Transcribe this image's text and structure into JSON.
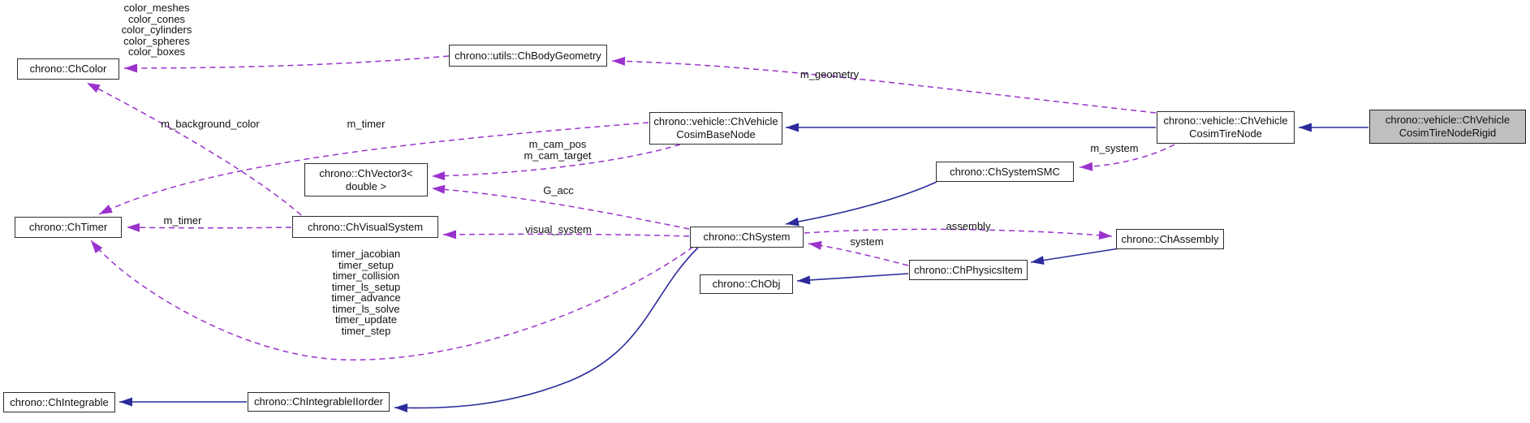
{
  "diagram": {
    "type": "class-collaboration-graph",
    "colors": {
      "association_edge": "#9a32cd",
      "inheritance_edge": "#2b2b9c",
      "node_fill": "#ffffff",
      "node_border": "#2e2e2e",
      "highlight_node_fill": "#bfbfbf",
      "background": "#ffffff",
      "text": "#111111"
    },
    "nodes": [
      {
        "id": "chcolor",
        "label": "chrono::ChColor"
      },
      {
        "id": "chbodygeometry",
        "label": "chrono::utils::ChBodyGeometry"
      },
      {
        "id": "cosimbasenode",
        "label": "chrono::vehicle::ChVehicle\nCosimBaseNode"
      },
      {
        "id": "cosimtirenode",
        "label": "chrono::vehicle::ChVehicle\nCosimTireNode"
      },
      {
        "id": "cosimtirenoderigid",
        "label": "chrono::vehicle::ChVehicle\nCosimTireNodeRigid",
        "highlighted": true
      },
      {
        "id": "chvector3",
        "label": "chrono::ChVector3<\ndouble >"
      },
      {
        "id": "chsystemsmc",
        "label": "chrono::ChSystemSMC"
      },
      {
        "id": "chtimer",
        "label": "chrono::ChTimer"
      },
      {
        "id": "chvisualsystem",
        "label": "chrono::ChVisualSystem"
      },
      {
        "id": "chsystem",
        "label": "chrono::ChSystem"
      },
      {
        "id": "chassembly",
        "label": "chrono::ChAssembly"
      },
      {
        "id": "chphysicsitem",
        "label": "chrono::ChPhysicsItem"
      },
      {
        "id": "chobj",
        "label": "chrono::ChObj"
      },
      {
        "id": "chintegrable",
        "label": "chrono::ChIntegrable"
      },
      {
        "id": "chintegrableiiorder",
        "label": "chrono::ChIntegrableIIorder"
      }
    ],
    "edge_labels": [
      {
        "id": "colors-list",
        "label": "color_meshes\ncolor_cones\ncolor_cylinders\ncolor_spheres\ncolor_boxes"
      },
      {
        "id": "m-geometry",
        "label": "m_geometry"
      },
      {
        "id": "m-timer-basenode",
        "label": "m_timer"
      },
      {
        "id": "m-background-color",
        "label": "m_background_color"
      },
      {
        "id": "m-cam",
        "label": "m_cam_pos\nm_cam_target"
      },
      {
        "id": "g-acc",
        "label": "G_acc"
      },
      {
        "id": "m-timer-visual",
        "label": "m_timer"
      },
      {
        "id": "visual-system",
        "label": "visual_system"
      },
      {
        "id": "timers-list",
        "label": "timer_jacobian\ntimer_setup\ntimer_collision\ntimer_ls_setup\ntimer_advance\ntimer_ls_solve\ntimer_update\ntimer_step"
      },
      {
        "id": "m-system",
        "label": "m_system"
      },
      {
        "id": "assembly",
        "label": "assembly"
      },
      {
        "id": "system",
        "label": "system"
      }
    ]
  }
}
